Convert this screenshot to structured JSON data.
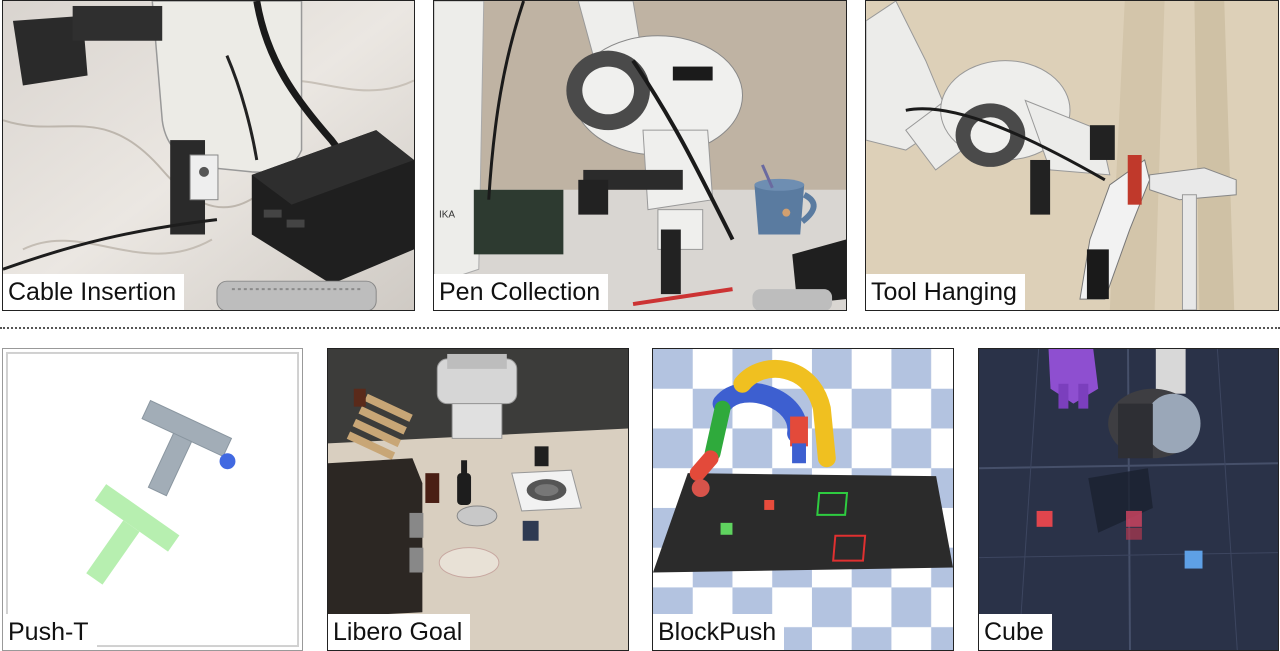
{
  "top_row": [
    {
      "label": "Cable Insertion"
    },
    {
      "label": "Pen Collection"
    },
    {
      "label": "Tool Hanging"
    }
  ],
  "bottom_row": [
    {
      "label": "Push-T"
    },
    {
      "label": "Libero Goal"
    },
    {
      "label": "BlockPush"
    },
    {
      "label": "Cube"
    }
  ]
}
